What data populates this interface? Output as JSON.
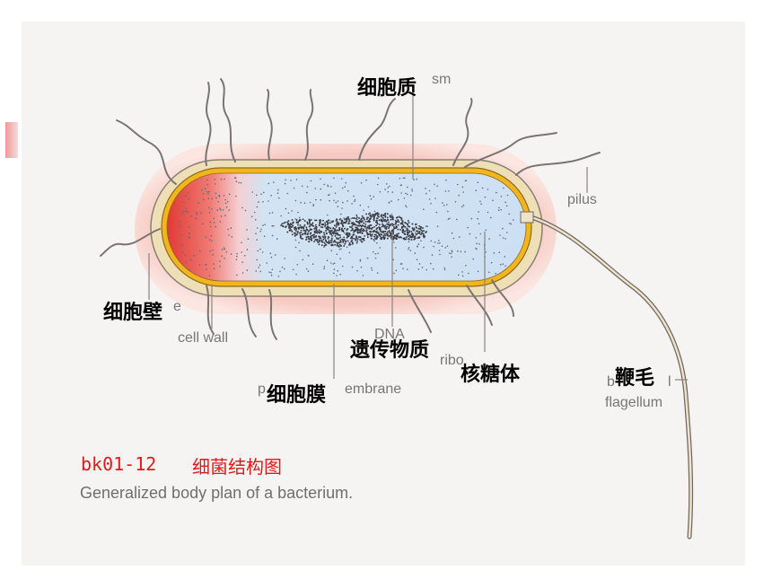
{
  "diagram": {
    "english_labels": {
      "cytoplasm": "sm",
      "pilus": "pilus",
      "capsule": "e",
      "cell_wall": "cell wall",
      "dna": "DNA",
      "ribosomes": "ribo",
      "membrane": "p",
      "membrane_tail": "embrane",
      "flagellum_top": "b",
      "flagellum_top_tail": "l",
      "flagellum": "flagellum"
    },
    "chinese_labels": {
      "cytoplasm": "细胞质",
      "cell_wall": "细胞壁",
      "genetic_material": "遗传物质",
      "ribosome": "核糖体",
      "membrane": "细胞膜",
      "flagellum": "鞭毛"
    },
    "colors": {
      "capsule": "#f6cdc6",
      "wall_outer": "#efdfb6",
      "membrane": "#f2b51e",
      "cytoplasm": "#cfe1f3",
      "pole": "#e3473f",
      "strands": "#7b7472"
    }
  },
  "caption": {
    "id": "bk01-12",
    "title": "细菌结构图",
    "subtitle": "Generalized body plan of a bacterium."
  }
}
